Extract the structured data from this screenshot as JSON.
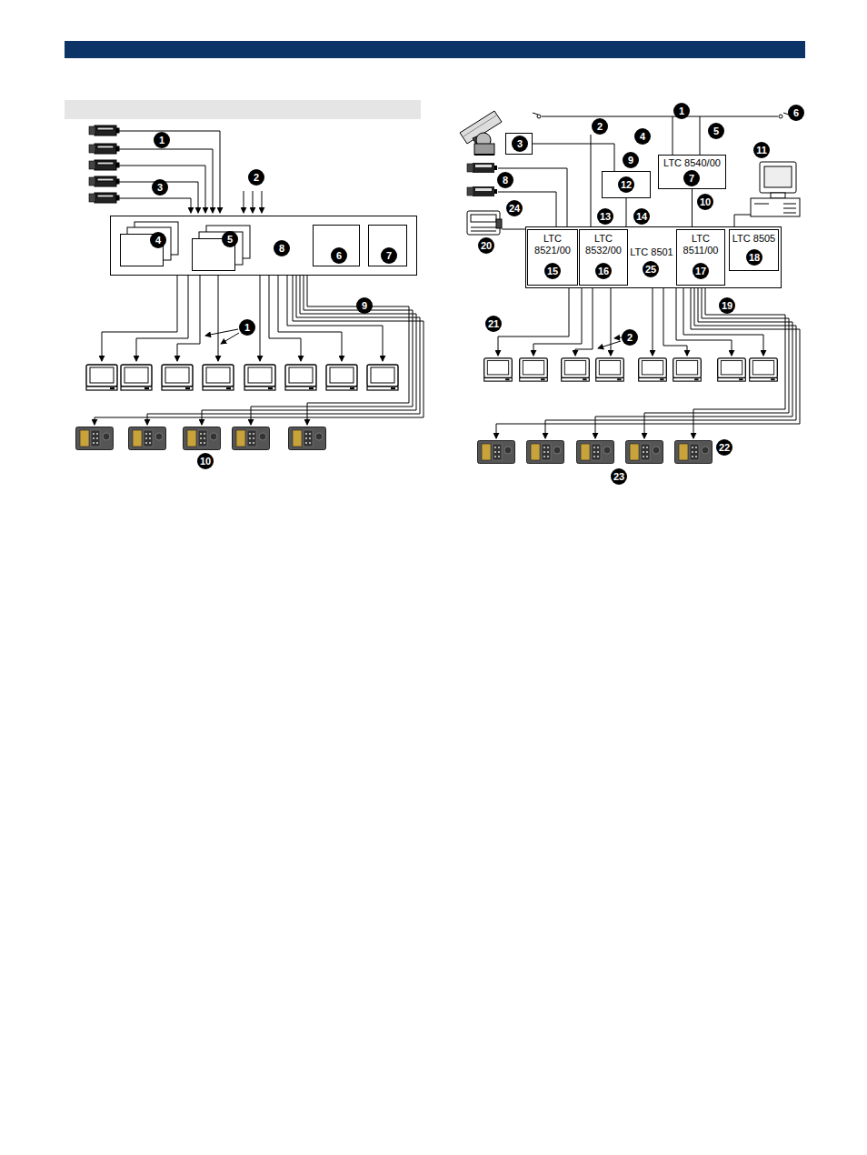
{
  "diagram": {
    "nodes": [
      {
        "text": [
          "8"
        ]
      },
      {
        "text": [
          "4"
        ],
        "in": 0
      },
      {
        "text": [
          "5"
        ],
        "in": 0
      },
      {
        "text": [
          "6"
        ],
        "in": 0
      },
      {
        "text": [
          "7"
        ],
        "in": 0
      },
      {
        "text": [
          "3"
        ]
      },
      {
        "text": [
          "12"
        ]
      },
      {
        "text": [
          "LTC 8540/00",
          "7"
        ]
      },
      {
        "text": [
          "LTC 8501",
          "25"
        ]
      },
      {
        "text": [
          "LTC 8521/00",
          "15"
        ],
        "in": 8
      },
      {
        "text": [
          "LTC 8532/00",
          "16"
        ],
        "in": 8
      },
      {
        "text": [
          "LTC 8511/00",
          "17"
        ],
        "in": 8
      },
      {
        "text": [
          "LTC 8505",
          "18"
        ],
        "in": 8
      }
    ],
    "edges": [
      {
        "from": 5,
        "to": 6,
        "arrow": "none"
      },
      {
        "from": 6,
        "to": 8,
        "arrow": "none"
      },
      {
        "from": 7,
        "to": 8,
        "arrow": "none"
      }
    ],
    "labels": [
      "1",
      "2",
      "3",
      "1",
      "9",
      "10",
      "1",
      "6",
      "2",
      "4",
      "5",
      "11",
      "9",
      "8",
      "24",
      "13",
      "14",
      "10",
      "20",
      "21",
      "2",
      "19",
      "22",
      "23"
    ]
  }
}
